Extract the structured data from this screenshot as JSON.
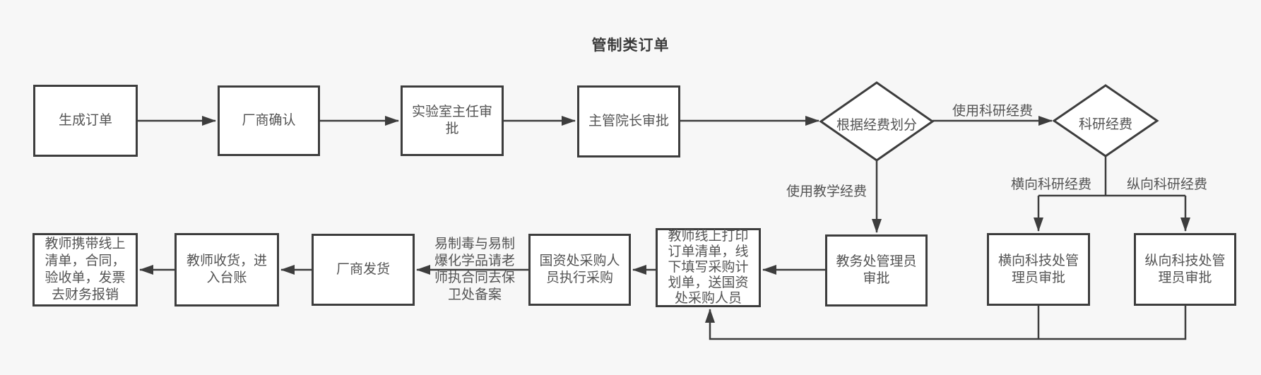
{
  "title": "管制类订单",
  "colors": {
    "background": "#f7f7f7",
    "node_fill": "#ffffff",
    "line": "#3d3d3d",
    "text": "#545454"
  },
  "nodes": {
    "generate_order": "生成订单",
    "vendor_confirm": "厂商确认",
    "lab_director_approval": "实验室主任审\n批",
    "dean_approval": "主管院长审批",
    "funding_split_decision": "根据经费划分",
    "research_funding_decision": "科研经费",
    "academic_affairs_admin_approval": "教务处管理员\n审批",
    "horizontal_tech_admin_approval": "横向科技处管\n理员审批",
    "vertical_tech_admin_approval": "纵向科技处管\n理员审批",
    "teacher_print_order": "教师线上打印\n订单清单，线\n下填写采购计\n划单，送国资\n处采购人员",
    "state_assets_procurement": "国资处采购人\n员执行采购",
    "vendor_ship": "厂商发货",
    "teacher_receive": "教师收货，进\n入台账",
    "teacher_reimburse": "教师携带线上\n清单，合同，\n验收单，发票\n去财务报销"
  },
  "edge_labels": {
    "use_research_funding": "使用科研经费",
    "use_teaching_funding": "使用教学经费",
    "horizontal_research_funding": "横向科研经费",
    "vertical_research_funding": "纵向科研经费",
    "hazmat_note": "易制毒与易制\n爆化学品请老\n师执合同去保\n卫处备案"
  }
}
